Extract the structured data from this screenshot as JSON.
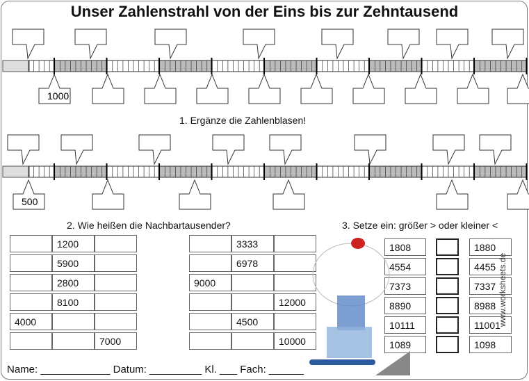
{
  "title": "Unser Zahlenstrahl von der Eins bis zur Zehntausend",
  "numberline1": {
    "given": "1000",
    "instruction": "1. Ergänze die Zahlenblasen!"
  },
  "numberline2": {
    "given": "500"
  },
  "section2": {
    "heading": "2. Wie heißen die Nachbartausender?",
    "left": [
      [
        "",
        "1200",
        ""
      ],
      [
        "",
        "5900",
        ""
      ],
      [
        "",
        "2800",
        ""
      ],
      [
        "",
        "8100",
        ""
      ],
      [
        "4000",
        "",
        ""
      ],
      [
        "",
        "",
        "7000"
      ]
    ],
    "right": [
      [
        "",
        "3333",
        ""
      ],
      [
        "",
        "6978",
        ""
      ],
      [
        "9000",
        "",
        ""
      ],
      [
        "",
        "",
        "12000"
      ],
      [
        "",
        "4500",
        ""
      ],
      [
        "",
        "",
        "10000"
      ]
    ]
  },
  "section3": {
    "heading": "3. Setze ein: größer > oder kleiner <",
    "pairs": [
      [
        "1808",
        "1880"
      ],
      [
        "4554",
        "4455"
      ],
      [
        "7373",
        "7337"
      ],
      [
        "8890",
        "8988"
      ],
      [
        "10111",
        "11001"
      ],
      [
        "1089",
        "1098"
      ]
    ]
  },
  "footer": {
    "line": "Name: ____________ Datum: _________ Kl. ___ Fach: ______"
  },
  "watermark": "www.worksheets.de"
}
